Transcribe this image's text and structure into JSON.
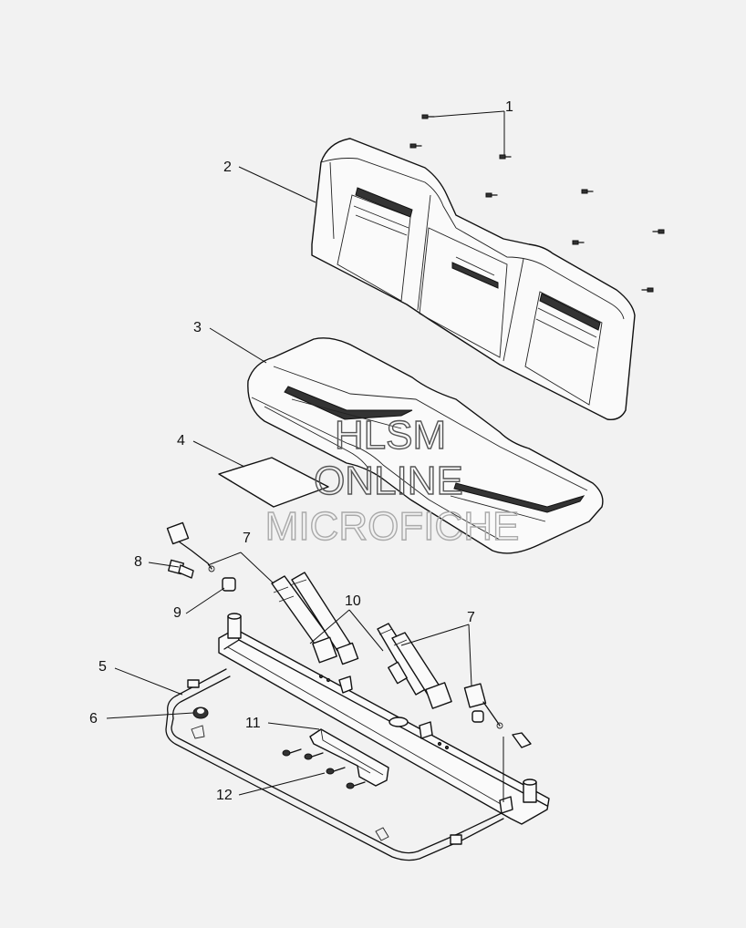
{
  "callouts": {
    "c1": "1",
    "c2": "2",
    "c3": "3",
    "c4": "4",
    "c5": "5",
    "c6": "6",
    "c7a": "7",
    "c7b": "7",
    "c8": "8",
    "c9": "9",
    "c10": "10",
    "c11": "11",
    "c12": "12"
  },
  "watermark": {
    "line1": "HLSM",
    "line2": "ONLINE",
    "line3": "MICROFICHE"
  }
}
